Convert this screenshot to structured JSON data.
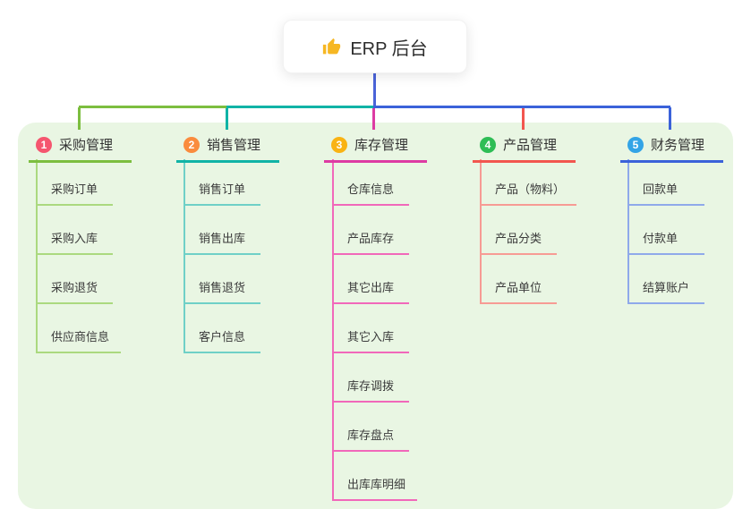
{
  "root": {
    "label": "ERP 后台",
    "icon": "thumbs-up-icon"
  },
  "canvas_color": "#e9f6e3",
  "connector_colors": {
    "root_line": "#4a63d8"
  },
  "branches": [
    {
      "index": "1",
      "label": "采购管理",
      "badge_color": "#f5566f",
      "line_color": "#7cbe3f",
      "child_line_color": "#abd97f",
      "children": [
        "采购订单",
        "采购入库",
        "采购退货",
        "供应商信息"
      ]
    },
    {
      "index": "2",
      "label": "销售管理",
      "badge_color": "#fa8c3e",
      "line_color": "#10b3a6",
      "child_line_color": "#6fd0c7",
      "children": [
        "销售订单",
        "销售出库",
        "销售退货",
        "客户信息"
      ]
    },
    {
      "index": "3",
      "label": "库存管理",
      "badge_color": "#f9b313",
      "line_color": "#dd3ba3",
      "child_line_color": "#f168ba",
      "children": [
        "仓库信息",
        "产品库存",
        "其它出库",
        "其它入库",
        "库存调拨",
        "库存盘点",
        "出库库明细"
      ]
    },
    {
      "index": "4",
      "label": "产品管理",
      "badge_color": "#2ebd55",
      "line_color": "#f2564f",
      "child_line_color": "#f79b94",
      "children": [
        "产品（物料）",
        "产品分类",
        "产品单位"
      ]
    },
    {
      "index": "5",
      "label": "财务管理",
      "badge_color": "#33a4e6",
      "line_color": "#3b62d9",
      "child_line_color": "#8fa9ea",
      "children": [
        "回款单",
        "付款单",
        "结算账户"
      ]
    }
  ]
}
